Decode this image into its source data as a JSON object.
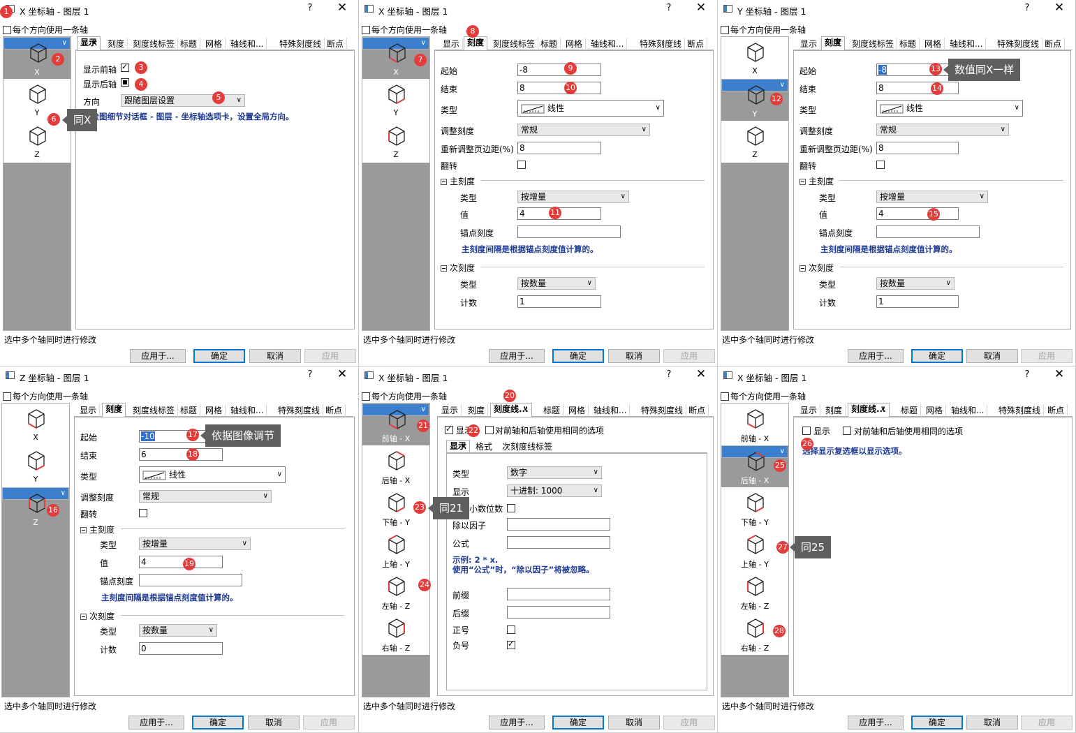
{
  "common": {
    "same_axis": "每个方向使用一条轴",
    "status": "选中多个轴同时进行修改",
    "apply_to": "应用于...",
    "ok": "确定",
    "cancel": "取消",
    "apply": "应用",
    "help": "?",
    "close": "✕"
  },
  "tabs": [
    "显示",
    "刻度",
    "刻度线标签",
    "标题",
    "网格",
    "轴线和...",
    "特殊刻度线",
    "断点"
  ],
  "tabs_short": [
    "显示",
    "刻度",
    "刻度线...",
    "标题",
    "网格",
    "轴线和...",
    "特殊刻度线",
    "断点"
  ],
  "axes_xyz": [
    "X",
    "Y",
    "Z"
  ],
  "axes_six": [
    "前轴 - X",
    "后轴 - X",
    "下轴 - Y",
    "上轴 - Y",
    "左轴 - Z",
    "右轴 - Z"
  ],
  "labels": {
    "start": "起始",
    "end": "结束",
    "type": "类型",
    "rescale": "调整刻度",
    "rescale_margin": "重新调整页边距(%)",
    "reverse": "翻转",
    "major": "主刻度",
    "minor": "次刻度",
    "value": "值",
    "anchor": "锚点刻度",
    "count": "计数",
    "major_note": "主刻度间隔是根据锚点刻度值计算的。",
    "linear": "线性",
    "normal": "常规",
    "by_increment": "按增量",
    "by_count": "按数量"
  },
  "d1": {
    "title": "X 坐标轴 - 图层 1",
    "show_front": "显示前轴",
    "show_back": "显示后轴",
    "direction": "方向",
    "direction_value": "跟随图层设置",
    "note": "在绘图细节对话框 - 图层 - 坐标轴选项卡，设置全局方向。"
  },
  "d2": {
    "title": "X 坐标轴 - 图层 1",
    "start": "-8",
    "end": "8",
    "margin": "8",
    "major_value": "4",
    "minor_count": "1"
  },
  "d3": {
    "title": "Y 坐标轴 - 图层 1",
    "start": "-8",
    "end": "8",
    "margin": "8",
    "major_value": "4",
    "minor_count": "1"
  },
  "d4": {
    "title": "Z 坐标轴 - 图层 1",
    "start": "-10",
    "end": "6",
    "major_value": "4",
    "minor_count": "0"
  },
  "d5": {
    "title": "X 坐标轴 - 图层 1",
    "show": "显示",
    "same_opts": "对前轴和后轴使用相同的选项",
    "subtabs": [
      "显示",
      "格式",
      "次刻度线标签"
    ],
    "type": "类型",
    "type_value": "数字",
    "display": "显示",
    "display_value": "十进制: 1000",
    "decimals": "设置小数位数",
    "divide": "除以因子",
    "formula": "公式",
    "example": "示例: 2 * x.",
    "formula_note": "使用“公式”时，“除以因子”将被忽略。",
    "prefix": "前缀",
    "suffix": "后缀",
    "plus": "正号",
    "minus": "负号"
  },
  "d6": {
    "title": "X 坐标轴 - 图层 1",
    "show": "显示",
    "same_opts": "对前轴和后轴使用相同的选项",
    "note": "选择显示复选框以显示选项。"
  },
  "badges": [
    "1",
    "2",
    "3",
    "4",
    "5",
    "6",
    "7",
    "8",
    "9",
    "10",
    "11",
    "12",
    "13",
    "14",
    "15",
    "16",
    "17",
    "18",
    "19",
    "20",
    "21",
    "22",
    "23",
    "24",
    "25",
    "26",
    "27",
    "28"
  ],
  "callouts": {
    "c6": "同X",
    "c13": "数值同X一样",
    "c17": "依据图像调节",
    "c23": "同21",
    "c27": "同25"
  }
}
